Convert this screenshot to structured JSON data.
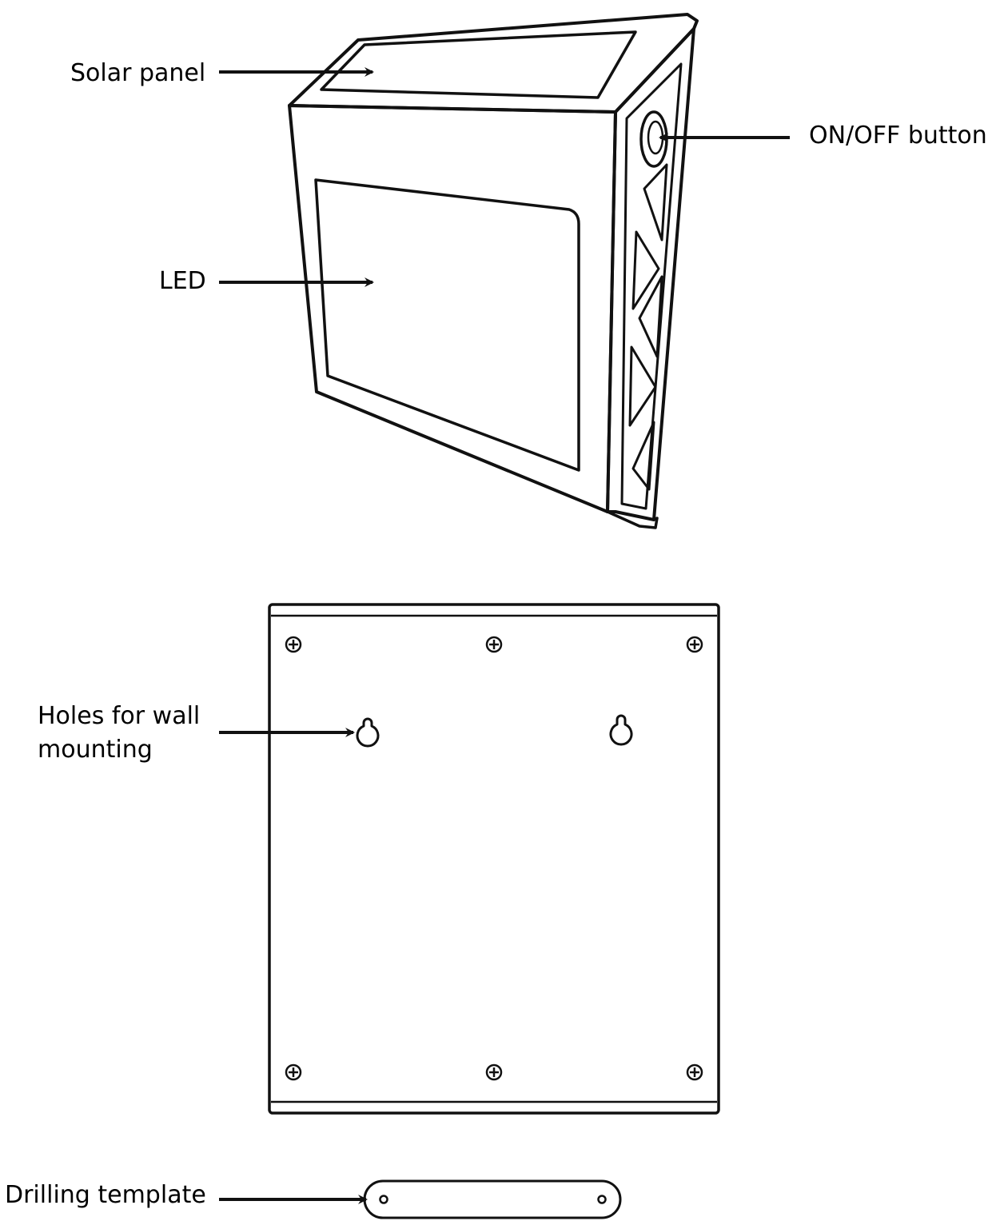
{
  "colors": {
    "ink": "#111111",
    "background": "#ffffff"
  },
  "labels": {
    "solar_panel": "Solar panel",
    "led": "LED",
    "on_off_button": "ON/OFF button",
    "holes_line1": "Holes for wall",
    "holes_line2": "mounting",
    "drilling_template": "Drilling template"
  }
}
